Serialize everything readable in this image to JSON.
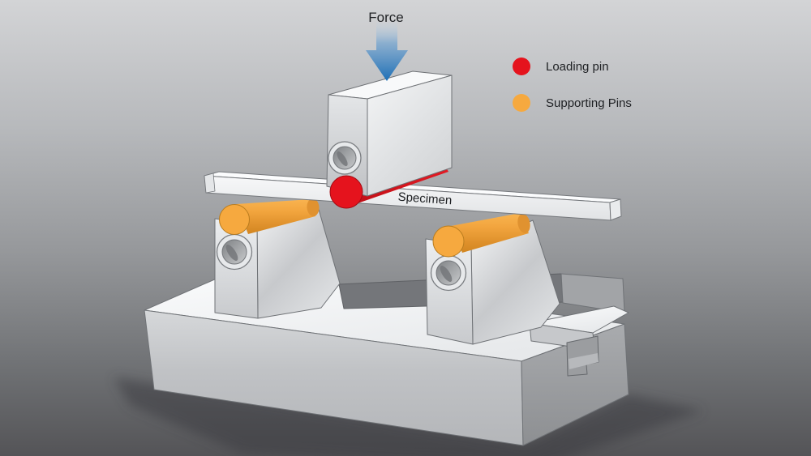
{
  "diagram": {
    "force_label": "Force",
    "specimen_label": "Specimen"
  },
  "legend": {
    "items": [
      {
        "label": "Loading pin",
        "color": "#e5131d"
      },
      {
        "label": "Supporting Pins",
        "color": "#f6a93f"
      }
    ]
  },
  "colors": {
    "loading_pin": "#e5131d",
    "supporting_pin": "#f6a93f",
    "force_arrow_blue": "#1d6fb6"
  }
}
